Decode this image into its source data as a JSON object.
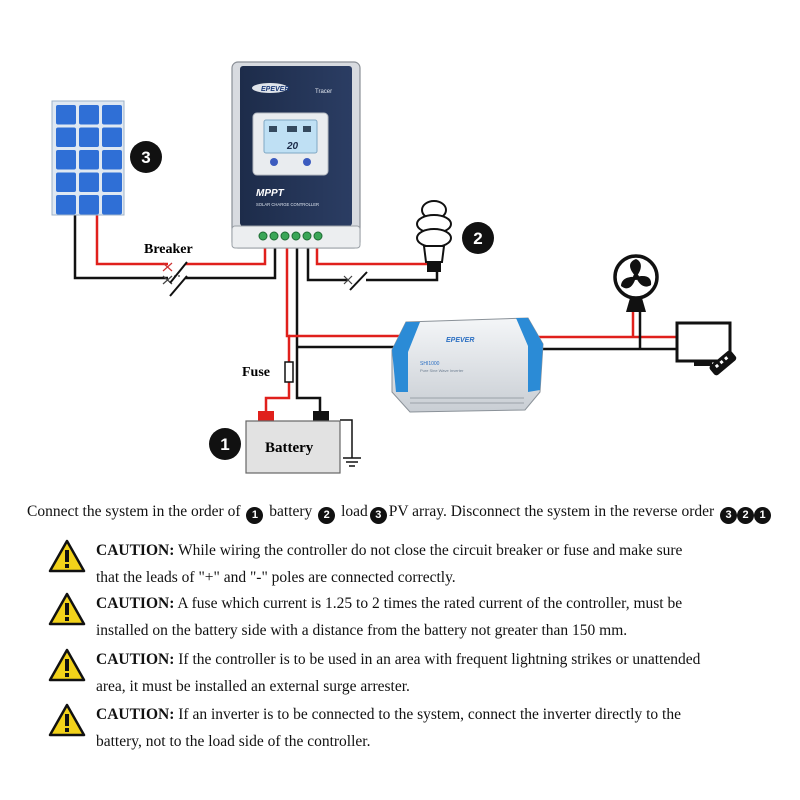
{
  "diagram": {
    "controller": {
      "brand": "EPEVER",
      "series": "Tracer",
      "lcd_value": "20",
      "title": "MPPT",
      "subtitle": "SOLAR CHARGE CONTROLLER"
    },
    "inverter": {
      "brand": "EPEVER",
      "model": "SHI1000",
      "subtitle": "Pure Sine Wave Inverter"
    },
    "labels": {
      "breaker": "Breaker",
      "fuse": "Fuse",
      "battery": "Battery"
    },
    "badges": {
      "pv": "3",
      "load": "2",
      "battery": "1"
    }
  },
  "order_line": {
    "prefix": "Connect the system in the order of",
    "n1": "1",
    "w1": "battery",
    "n2": "2",
    "w2": "load",
    "n3": "3",
    "w3": "PV array. Disconnect the system in the reverse order",
    "r1": "3",
    "r2": "2",
    "r3": "1"
  },
  "cautions": [
    {
      "title": "CAUTION:",
      "line1": "While wiring the controller do not close the circuit breaker or fuse and make sure",
      "line2": "that the leads of \"+\" and \"-\" poles are connected correctly."
    },
    {
      "title": "CAUTION:",
      "line1": "A fuse which current is 1.25 to 2 times the rated current of the controller, must be",
      "line2": "installed on the battery side with a distance from the battery not greater than 150 mm."
    },
    {
      "title": "CAUTION:",
      "line1": "If the controller is to be used in an area with frequent lightning strikes or unattended",
      "line2": "area, it must be installed an external surge arrester."
    },
    {
      "title": "CAUTION:",
      "line1": "If an inverter is to be connected to the system, connect the inverter directly to the",
      "line2": "battery, not to the load side of the controller."
    }
  ],
  "colors": {
    "positive_wire": "#e0201c",
    "negative_wire": "#111111",
    "panel_cell": "#2f6fd6",
    "inverter_blue": "#2b8bd6",
    "warning_yellow": "#f2d21a"
  }
}
